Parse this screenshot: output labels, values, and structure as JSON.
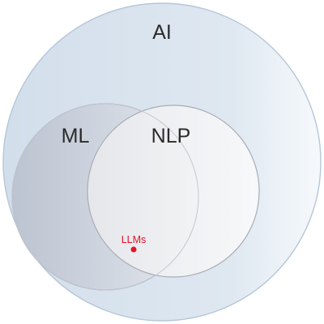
{
  "diagram": {
    "sets": [
      {
        "id": "ai",
        "label": "AI",
        "color": "#d4e1ee"
      },
      {
        "id": "ml",
        "label": "ML",
        "color": "#c3cad6"
      },
      {
        "id": "nlp",
        "label": "NLP",
        "color": "#eeeeef"
      }
    ],
    "point": {
      "label": "LLMs",
      "color": "#e8102a"
    },
    "relations": [
      {
        "subset": "ml",
        "of": "ai"
      },
      {
        "subset": "nlp",
        "of": "ai"
      },
      {
        "overlap": [
          "ml",
          "nlp"
        ],
        "contains": "LLMs"
      }
    ]
  }
}
